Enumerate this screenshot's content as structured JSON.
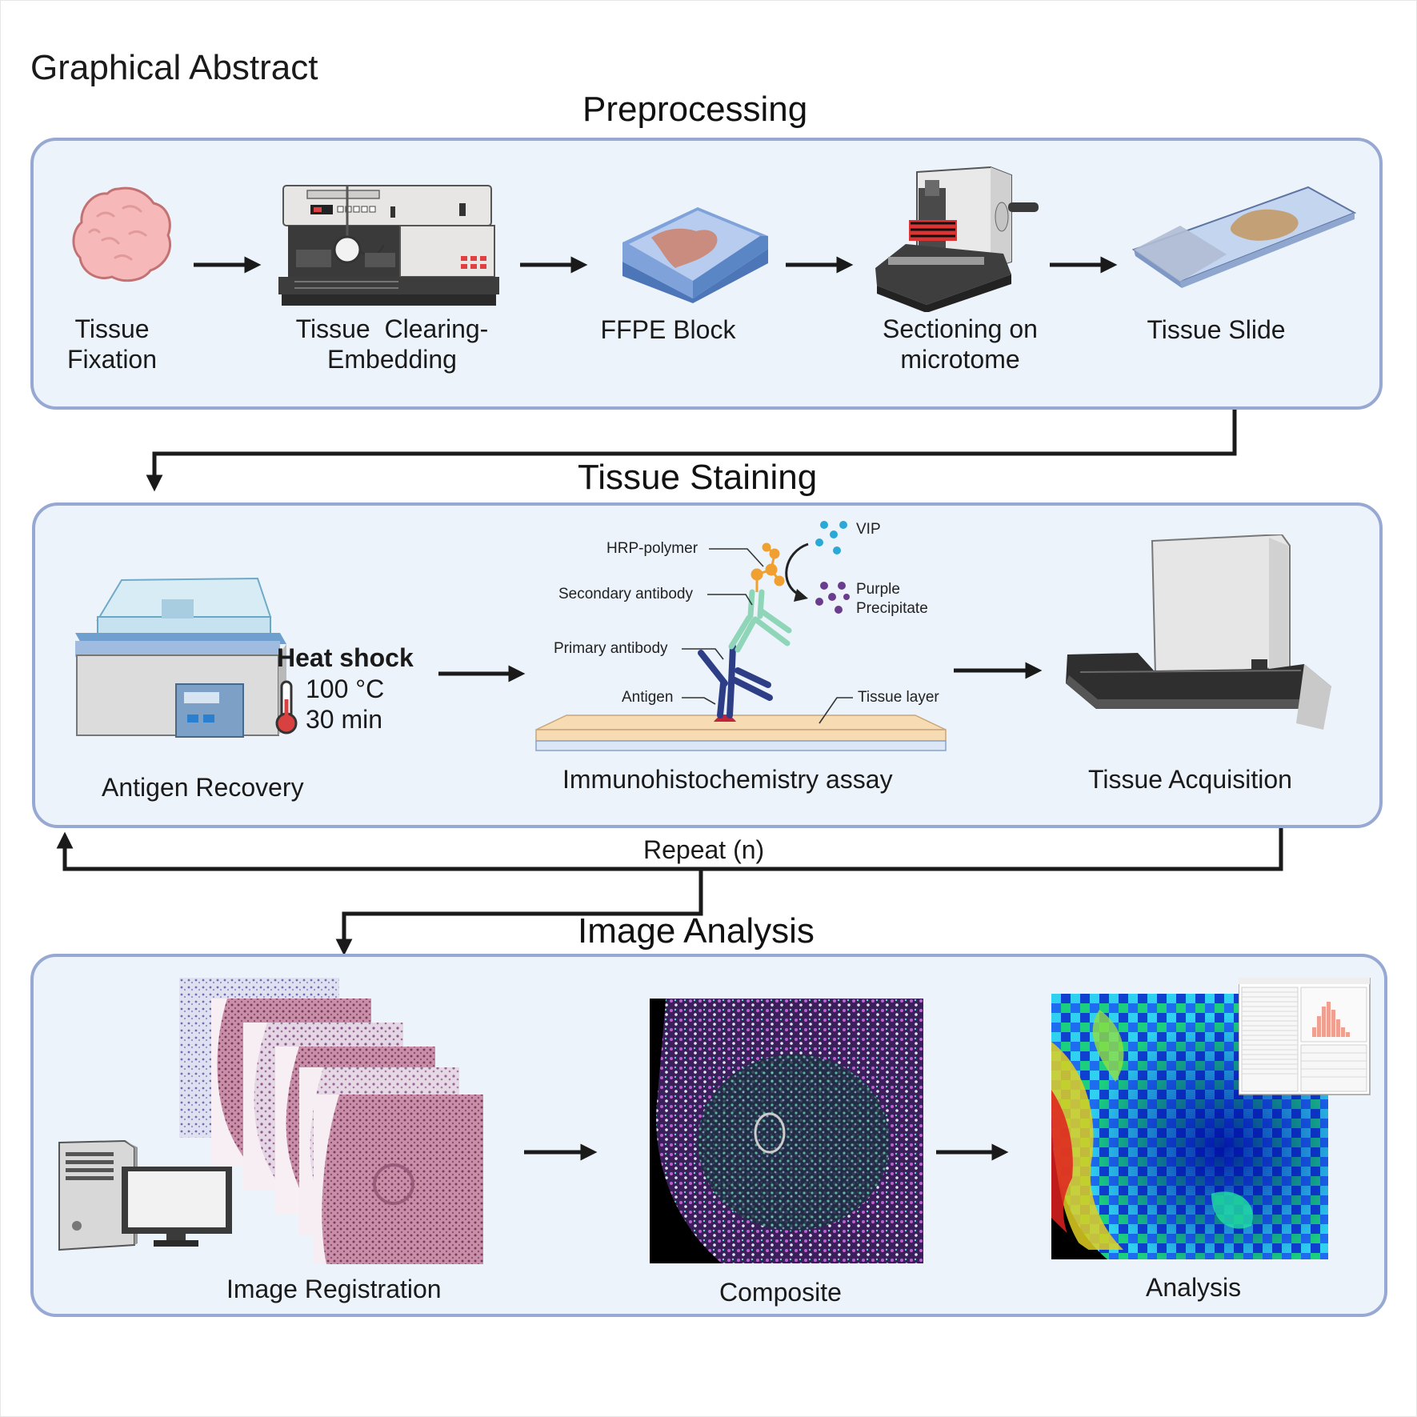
{
  "header": {
    "title": "Graphical Abstract"
  },
  "preprocessing": {
    "title": "Preprocessing",
    "steps": [
      {
        "label": "Tissue Fixation",
        "icon": "tissue-blob-icon"
      },
      {
        "label": "Tissue  Clearing-Embedding",
        "icon": "embedding-station-icon"
      },
      {
        "label": "FFPE Block",
        "icon": "ffpe-block-icon"
      },
      {
        "label": "Sectioning on microtome",
        "icon": "microtome-icon"
      },
      {
        "label": "Tissue Slide",
        "icon": "glass-slide-icon"
      }
    ]
  },
  "staining": {
    "title": "Tissue Staining",
    "antigen_recovery": {
      "label": "Antigen Recovery",
      "heat_title": "Heat shock",
      "temperature": "100 °C",
      "duration": "30 min"
    },
    "ihc": {
      "label": "Immunohistochemistry assay",
      "annotations": {
        "hrp": "HRP-polymer",
        "secondary": "Secondary antibody",
        "primary": "Primary antibody",
        "antigen": "Antigen",
        "tissue_layer": "Tissue layer",
        "vip": "VIP",
        "purple": "Purple",
        "precipitate": "Precipitate"
      }
    },
    "acquisition": {
      "label": "Tissue Acquisition"
    },
    "repeat_label": "Repeat (n)"
  },
  "analysis": {
    "title": "Image Analysis",
    "steps": [
      {
        "label": "Image Registration"
      },
      {
        "label": "Composite"
      },
      {
        "label": "Analysis"
      }
    ]
  },
  "colors": {
    "panel_fill": "#ecf3fb",
    "panel_border": "#97a9d2",
    "arrow": "#1a1a1a",
    "secondary_antibody": "#8fd6b8",
    "primary_antibody": "#2d3e87",
    "hrp_polymer": "#f0a030",
    "vip_dots": "#2aa8d6",
    "purple_dots": "#6a3c8e"
  }
}
